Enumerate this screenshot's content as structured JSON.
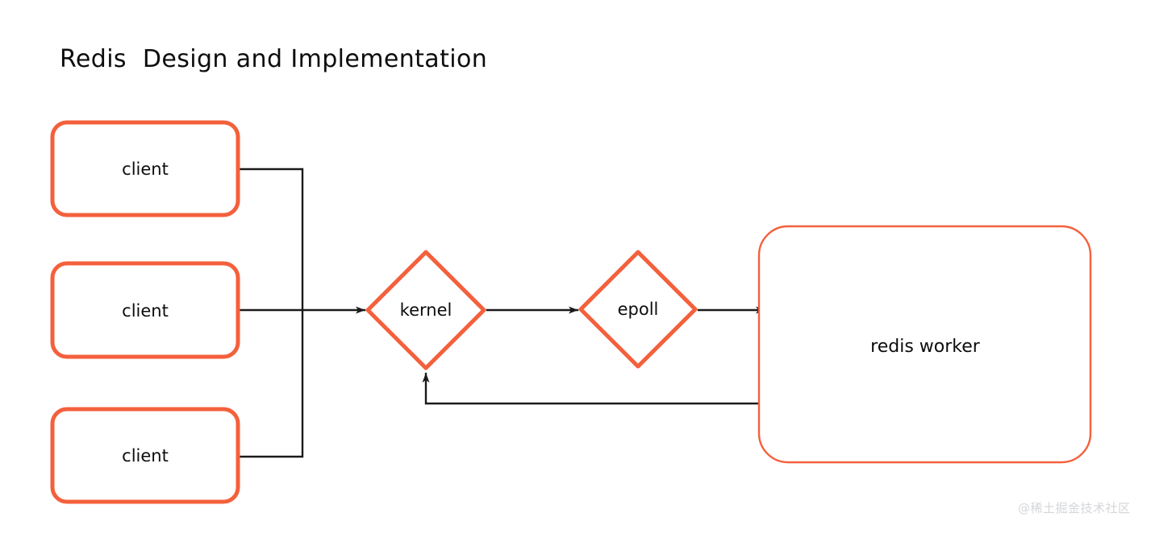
{
  "title": "Redis  Design and Implementation",
  "watermark": "@稀土掘金技术社区",
  "colors": {
    "node_stroke": "#F4603C",
    "connector": "#1a1a1a",
    "text": "#0d0d0d",
    "background": "#ffffff",
    "watermark": "#d4d6d9"
  },
  "nodes": {
    "client_top": {
      "label": "client",
      "shape": "rounded-rect"
    },
    "client_middle": {
      "label": "client",
      "shape": "rounded-rect"
    },
    "client_bottom": {
      "label": "client",
      "shape": "rounded-rect"
    },
    "kernel": {
      "label": "kernel",
      "shape": "diamond"
    },
    "epoll": {
      "label": "epoll",
      "shape": "diamond"
    },
    "redis_worker": {
      "label": "redis worker",
      "shape": "rounded-rect"
    }
  },
  "edges": [
    {
      "from": "client_top",
      "to": "kernel",
      "arrow": true
    },
    {
      "from": "client_middle",
      "to": "kernel",
      "arrow": true
    },
    {
      "from": "client_bottom",
      "to": "kernel",
      "arrow": true
    },
    {
      "from": "kernel",
      "to": "epoll",
      "arrow": true
    },
    {
      "from": "epoll",
      "to": "redis_worker",
      "arrow": true
    },
    {
      "from": "redis_worker",
      "to": "kernel",
      "arrow": true
    }
  ]
}
